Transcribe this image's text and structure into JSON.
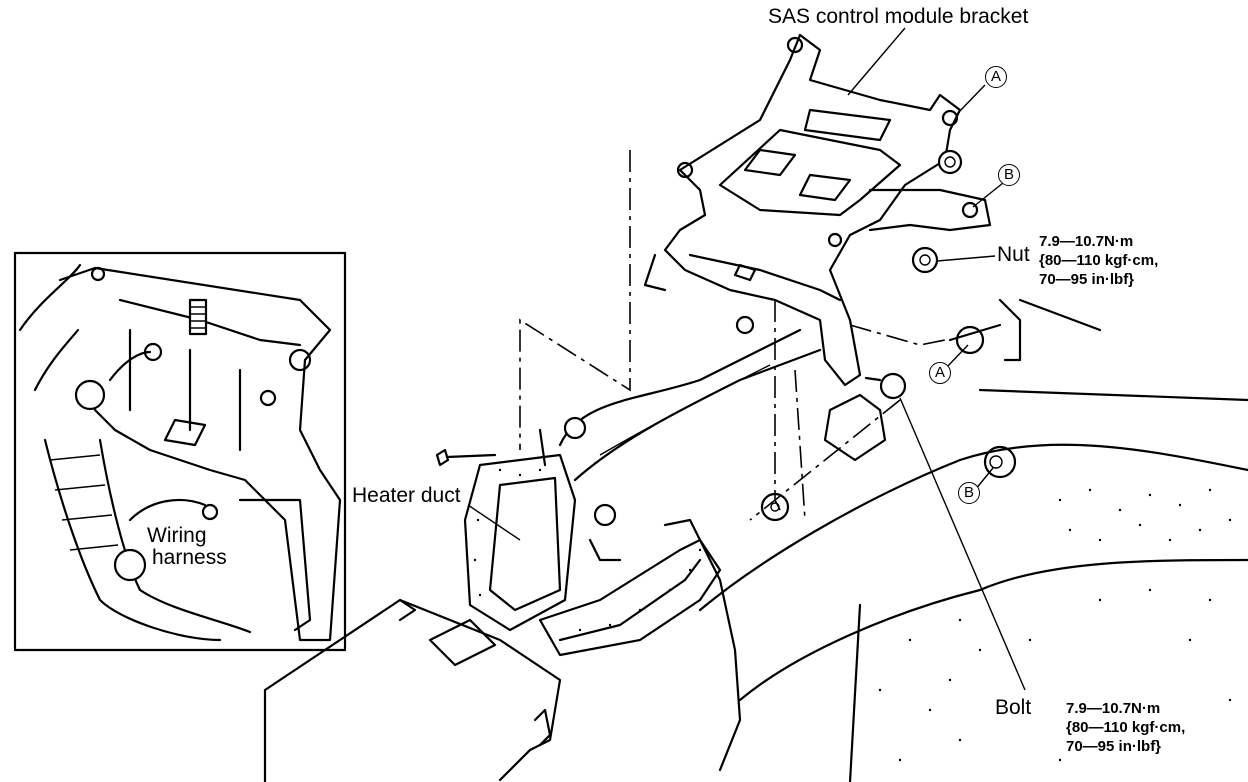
{
  "labels": {
    "bracket": "SAS control module bracket",
    "nut": "Nut",
    "nut_torque": [
      "7.9—10.7N·m",
      "{80—110 kgf·cm,",
      "70—95 in·lbf}"
    ],
    "heater_duct": "Heater duct",
    "wiring_harness_line1": "Wiring",
    "wiring_harness_line2": "harness",
    "bolt": "Bolt",
    "bolt_torque": [
      "7.9—10.7N·m",
      "{80—110 kgf·cm,",
      "70—95 in·lbf}"
    ]
  },
  "callouts": {
    "a_top": "A",
    "b_top": "B",
    "a_lower": "A",
    "b_lower": "B"
  }
}
